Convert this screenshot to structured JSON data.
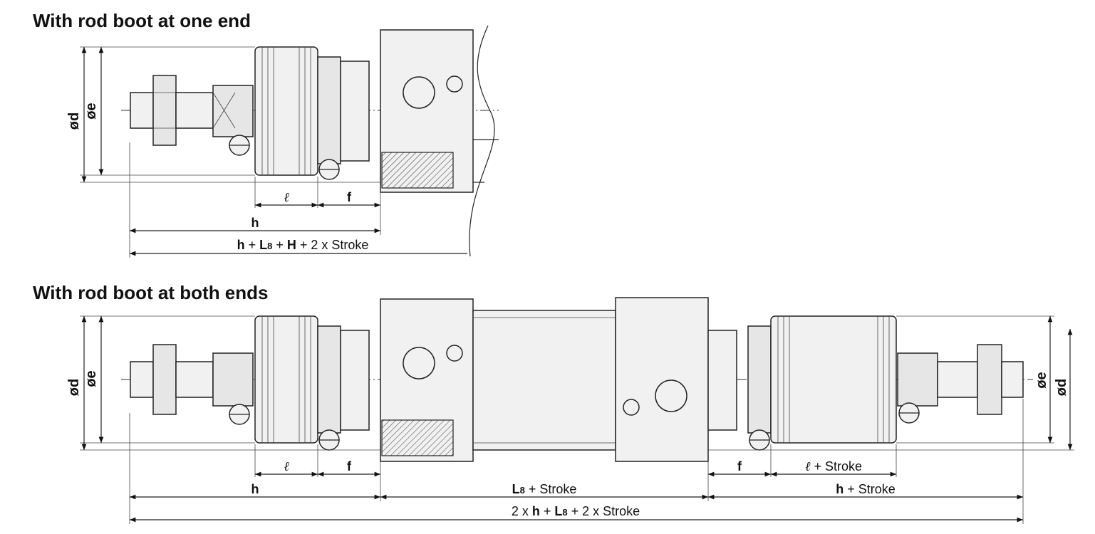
{
  "headings": {
    "one_end": "With rod boot at one end",
    "both_ends": "With rod boot at both ends"
  },
  "symbols": {
    "d": "ød",
    "e": "øe"
  },
  "one_end_dims": {
    "l": "ℓ",
    "f": "f",
    "h": "h",
    "total": {
      "h": "h",
      "plus1": " + ",
      "L": "L",
      "L_sub": "8",
      "plus2": " + ",
      "H": "H",
      "rest": " + 2 x Stroke"
    }
  },
  "both_ends_dims": {
    "l_left": "ℓ",
    "f_left": "f",
    "h_left": "h",
    "L8_stroke": {
      "L": "L",
      "L_sub": "8",
      "rest": " + Stroke"
    },
    "f_right": "f",
    "l_right": {
      "l": "ℓ",
      "rest": " + Stroke"
    },
    "h_right": {
      "h": "h",
      "rest": " + Stroke"
    },
    "total": {
      "pre": "2 x ",
      "h": "h",
      "plus": " + ",
      "L": "L",
      "L_sub": "8",
      "rest": " + 2 x Stroke"
    }
  }
}
